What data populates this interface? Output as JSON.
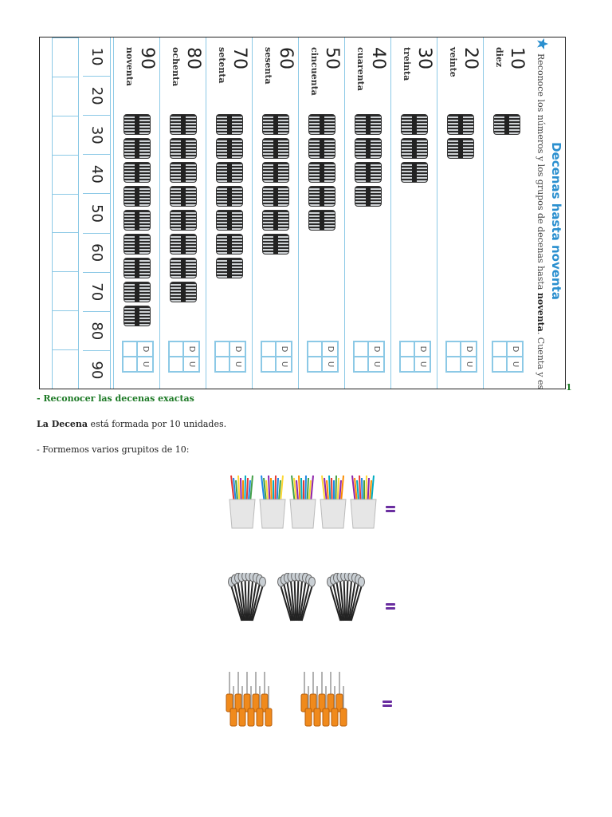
{
  "worksheet": {
    "title": "Decenas hasta noventa",
    "instruction_a": "Reconoce los números y los grupos de decenas hasta ",
    "instruction_b": "noventa",
    "instruction_c": ". Cuenta y escribe.",
    "rows": [
      {
        "number": "10",
        "word": "diez",
        "bundles": 1
      },
      {
        "number": "20",
        "word": "veinte",
        "bundles": 2
      },
      {
        "number": "30",
        "word": "treinta",
        "bundles": 3
      },
      {
        "number": "40",
        "word": "cuarenta",
        "bundles": 4
      },
      {
        "number": "50",
        "word": "cincuenta",
        "bundles": 5
      },
      {
        "number": "60",
        "word": "sesenta",
        "bundles": 6
      },
      {
        "number": "70",
        "word": "setenta",
        "bundles": 7
      },
      {
        "number": "80",
        "word": "ochenta",
        "bundles": 8
      },
      {
        "number": "90",
        "word": "noventa",
        "bundles": 9
      }
    ],
    "du_labels": [
      "D",
      "U"
    ],
    "number_line": [
      "10",
      "20",
      "30",
      "40",
      "50",
      "60",
      "70",
      "80",
      "90"
    ]
  },
  "stray_mark": "1",
  "heading": "- Reconocer las decenas exactas",
  "decena_bold": "La Decena",
  "decena_rest": " está formada por 10 unidades.",
  "formemos": "- Formemos varios grupitos de 10:",
  "groups": [
    {
      "icon": "pencil-cup-icon",
      "count": 5
    },
    {
      "icon": "spoon-bundle-icon",
      "count": 3
    },
    {
      "icon": "screwdriver-bundle-icon",
      "count": 2
    }
  ],
  "colors": {
    "title_blue": "#2a8fcf",
    "heading_green": "#1d7a26",
    "equals_purple": "#6a2ea0",
    "grid_blue": "#8cc9e6"
  }
}
